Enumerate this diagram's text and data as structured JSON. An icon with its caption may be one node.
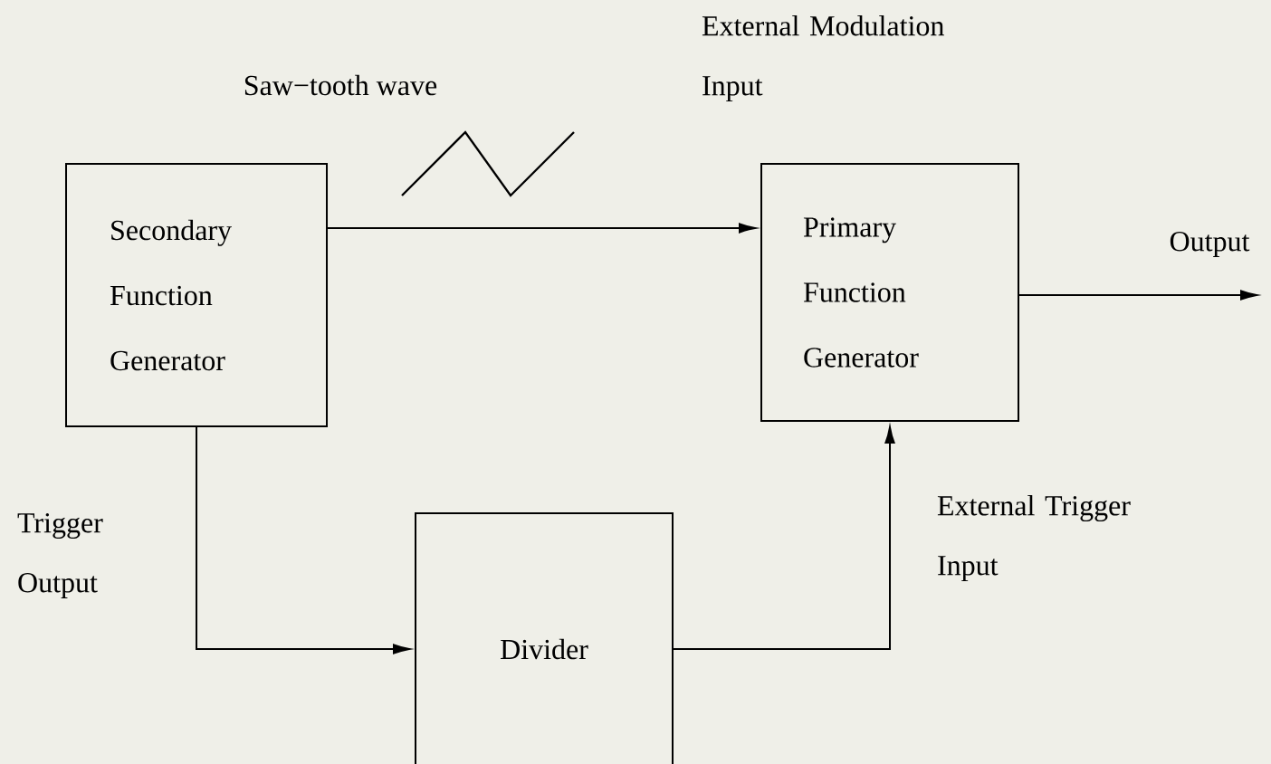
{
  "diagram": {
    "nodes": [
      {
        "text": [
          "Secondary Function Generator"
        ]
      },
      {
        "text": [
          "Primary Function Generator"
        ]
      },
      {
        "text": [
          "Divider"
        ]
      }
    ],
    "edges": [
      {
        "from": 0,
        "to": 1,
        "arrow": "to",
        "label": "Saw−tooth wave"
      },
      {
        "from": 0,
        "to": 2,
        "arrow": "to",
        "label": "Trigger Output"
      },
      {
        "from": 2,
        "to": 1,
        "arrow": "to",
        "label": "External Trigger Input"
      },
      {
        "from": 1,
        "to": null,
        "arrow": "to",
        "label": "Output"
      }
    ],
    "labels": [
      "External Modulation Input"
    ]
  }
}
